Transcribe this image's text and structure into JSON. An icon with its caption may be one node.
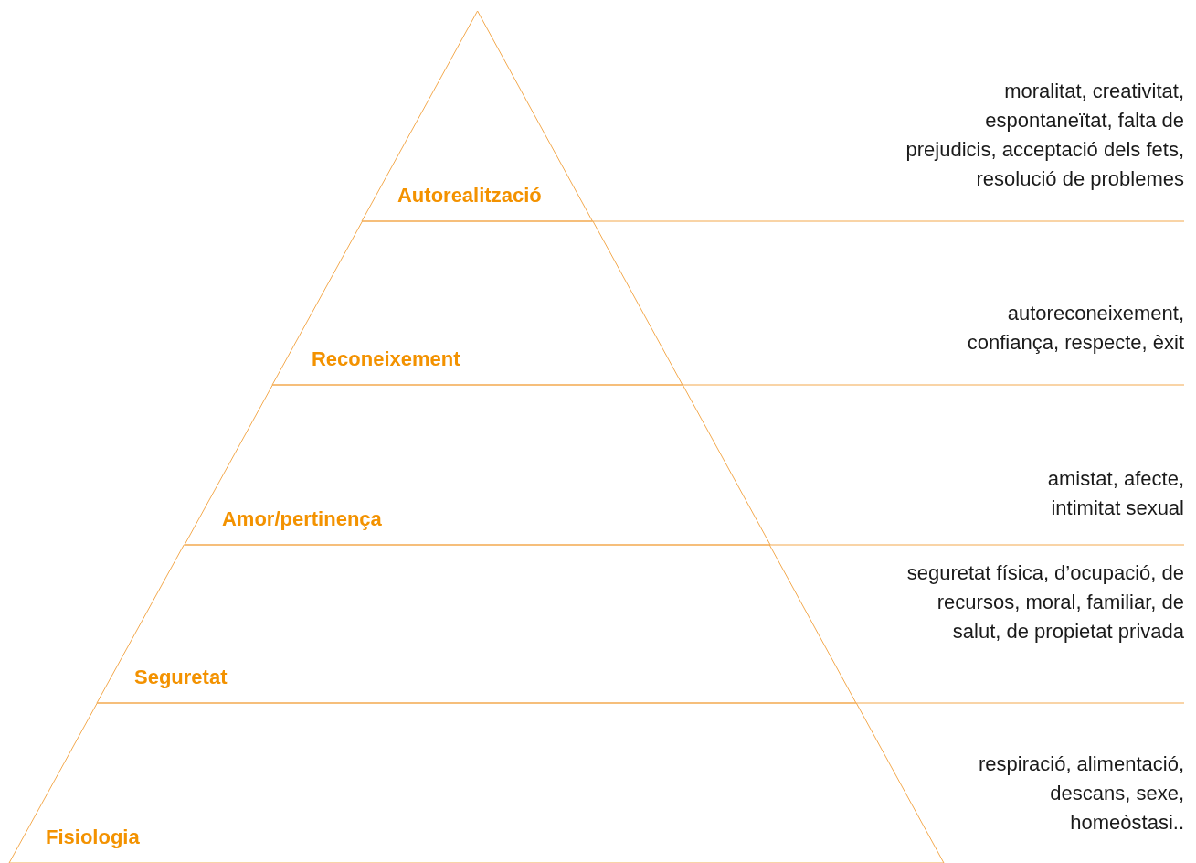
{
  "diagram": {
    "nodes": [
      {
        "text": [
          "Autorealització"
        ]
      },
      {
        "text": [
          "Reconeixement"
        ]
      },
      {
        "text": [
          "Amor/pertinença"
        ]
      },
      {
        "text": [
          "Seguretat"
        ]
      },
      {
        "text": [
          "Fisiologia"
        ]
      }
    ],
    "labels": [
      "moralitat, creativitat, espontaneïtat, falta de prejudicis, acceptació dels fets, resolució de problemes",
      "autoreconeixement, confiança, respecte, èxit",
      "amistat, afecte, intimitat sexual",
      "seguretat física, d’ocupació, de recursos, moral, familiar, de salut, de propietat privada",
      "respiració, alimentació, descans, sexe, homeòstasi.."
    ]
  }
}
